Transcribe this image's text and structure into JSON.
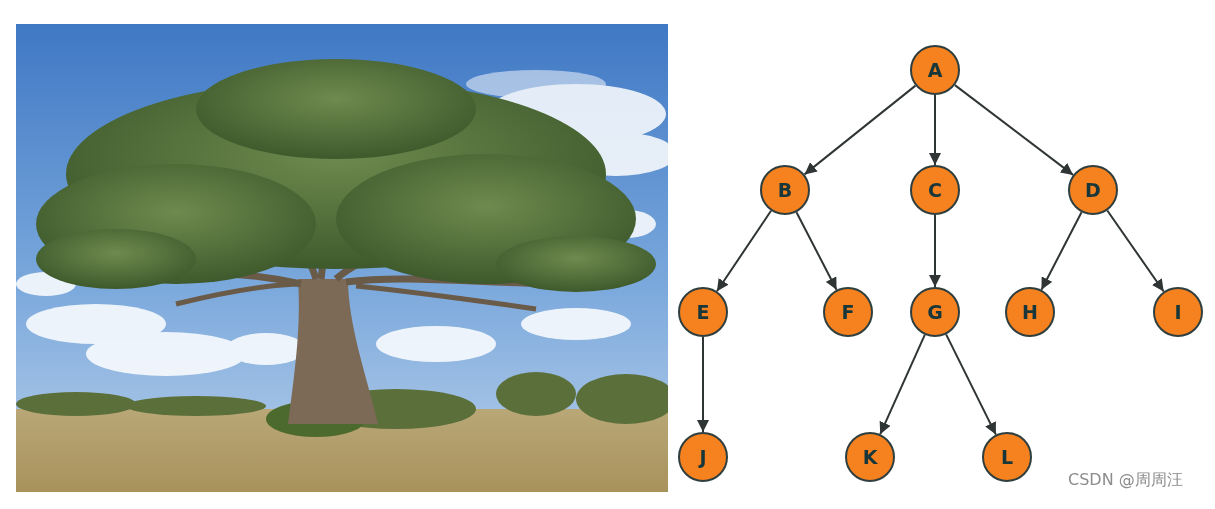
{
  "diagram": {
    "nodes": [
      {
        "text": [
          "A"
        ]
      },
      {
        "text": [
          "B"
        ]
      },
      {
        "text": [
          "C"
        ]
      },
      {
        "text": [
          "D"
        ]
      },
      {
        "text": [
          "E"
        ]
      },
      {
        "text": [
          "F"
        ]
      },
      {
        "text": [
          "G"
        ]
      },
      {
        "text": [
          "H"
        ]
      },
      {
        "text": [
          "I"
        ]
      },
      {
        "text": [
          "J"
        ]
      },
      {
        "text": [
          "K"
        ]
      },
      {
        "text": [
          "L"
        ]
      }
    ],
    "edges": [
      {
        "from": 0,
        "to": 1,
        "arrow": "to"
      },
      {
        "from": 0,
        "to": 2,
        "arrow": "to"
      },
      {
        "from": 0,
        "to": 3,
        "arrow": "to"
      },
      {
        "from": 1,
        "to": 4,
        "arrow": "to"
      },
      {
        "from": 1,
        "to": 5,
        "arrow": "to"
      },
      {
        "from": 2,
        "to": 6,
        "arrow": "to"
      },
      {
        "from": 3,
        "to": 7,
        "arrow": "to"
      },
      {
        "from": 3,
        "to": 8,
        "arrow": "to"
      },
      {
        "from": 4,
        "to": 9,
        "arrow": "to"
      },
      {
        "from": 6,
        "to": 10,
        "arrow": "to"
      },
      {
        "from": 6,
        "to": 11,
        "arrow": "to"
      }
    ],
    "labels": [
      "CSDN @周周汪"
    ]
  }
}
